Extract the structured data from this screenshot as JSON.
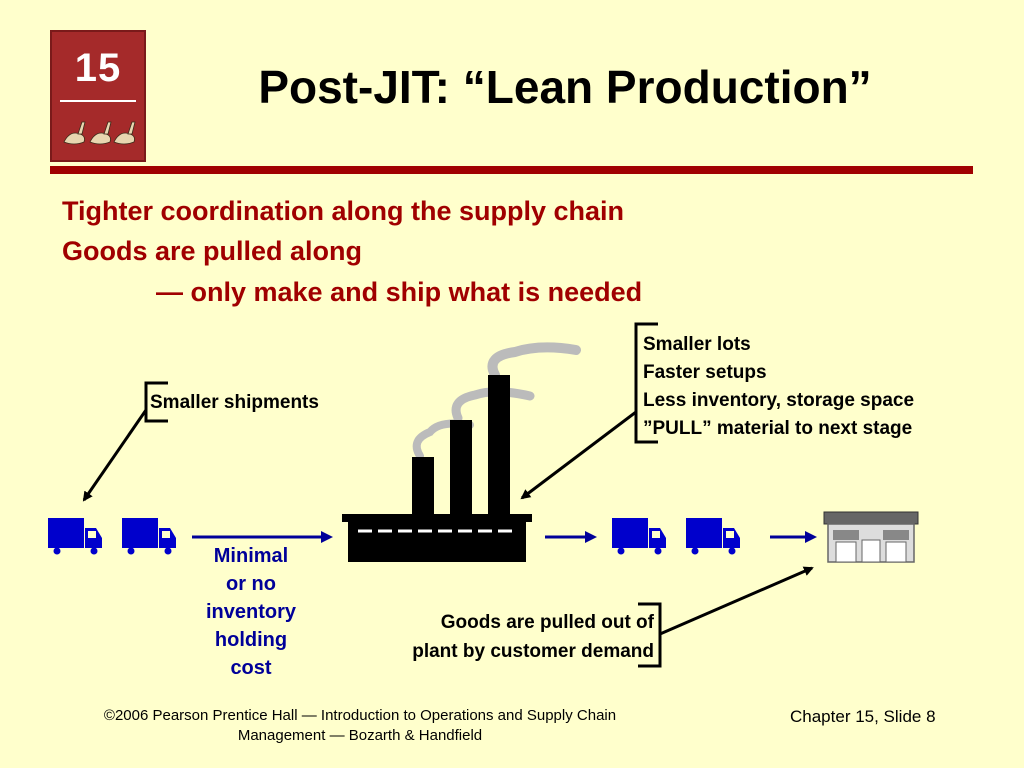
{
  "badge": {
    "chapter_number": "15"
  },
  "title": "Post-JIT:  “Lean Production”",
  "bullets": [
    "Tighter coordination along the supply chain",
    "Goods are pulled along",
    "— only make and ship what is needed"
  ],
  "callouts": {
    "shipments": "Smaller shipments",
    "plant": [
      "Smaller lots",
      "Faster setups",
      "Less inventory, storage space",
      "”PULL” material to next stage"
    ],
    "inventory": [
      "Minimal",
      "or no",
      "inventory",
      "holding",
      "cost"
    ],
    "demand": [
      "Goods are pulled out of",
      "plant by customer demand"
    ]
  },
  "icons": {
    "trucks": [
      "truck-icon",
      "truck-icon",
      "truck-icon",
      "truck-icon"
    ],
    "factory": "factory-icon",
    "store": "store-icon"
  },
  "colors": {
    "background": "#FFFFCC",
    "accent_red": "#A00000",
    "truck_blue": "#0000CC",
    "label_blue": "#000099"
  },
  "footer": {
    "copyright_line1": "©2006 Pearson Prentice Hall — Introduction to Operations and Supply Chain",
    "copyright_line2": "Management — Bozarth & Handfield",
    "slide_label": "Chapter 15, Slide 8"
  }
}
